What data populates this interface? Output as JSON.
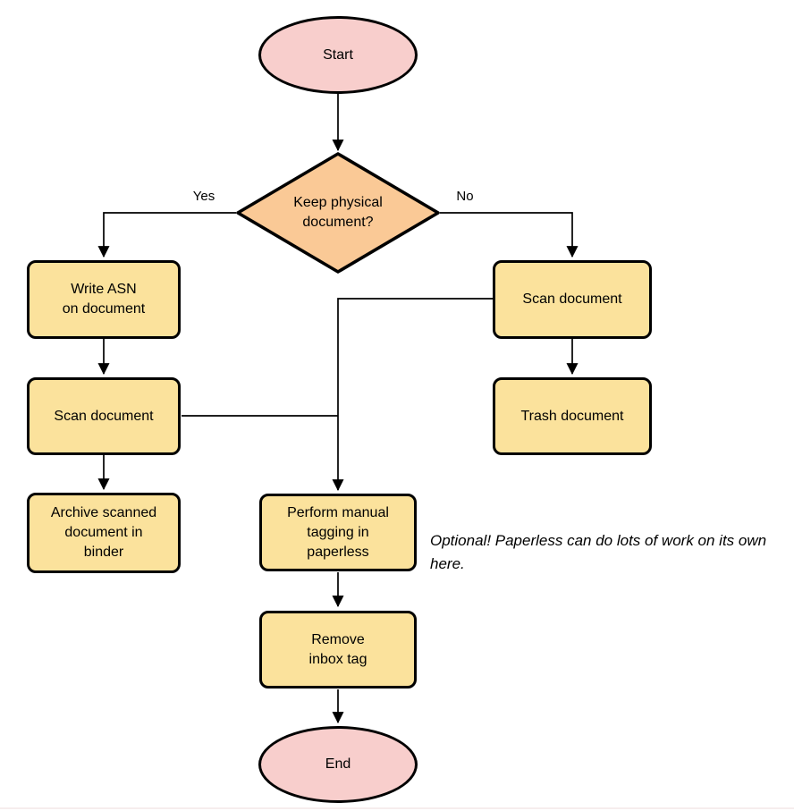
{
  "nodes": {
    "start": {
      "type": "terminal",
      "label": "Start"
    },
    "decision": {
      "type": "decision",
      "label": "Keep physical\ndocument?"
    },
    "write_asn": {
      "type": "process",
      "label": "Write ASN\non document"
    },
    "scan_left": {
      "type": "process",
      "label": "Scan document"
    },
    "archive": {
      "type": "process",
      "label": "Archive scanned\ndocument in\nbinder"
    },
    "scan_right": {
      "type": "process",
      "label": "Scan document"
    },
    "trash": {
      "type": "process",
      "label": "Trash document"
    },
    "tagging": {
      "type": "process",
      "label": "Perform manual\ntagging in\npaperless"
    },
    "remove_inbox": {
      "type": "process",
      "label": "Remove\ninbox tag"
    },
    "end": {
      "type": "terminal",
      "label": "End"
    }
  },
  "edges": [
    {
      "from": "start",
      "to": "decision",
      "label": ""
    },
    {
      "from": "decision",
      "to": "write_asn",
      "label": "Yes"
    },
    {
      "from": "decision",
      "to": "scan_right",
      "label": "No"
    },
    {
      "from": "write_asn",
      "to": "scan_left",
      "label": ""
    },
    {
      "from": "scan_left",
      "to": "archive",
      "label": ""
    },
    {
      "from": "scan_right",
      "to": "trash",
      "label": ""
    },
    {
      "from": "scan_right",
      "to": "tagging",
      "label": ""
    },
    {
      "from": "scan_left",
      "to": "tagging",
      "label": ""
    },
    {
      "from": "tagging",
      "to": "remove_inbox",
      "label": ""
    },
    {
      "from": "remove_inbox",
      "to": "end",
      "label": ""
    }
  ],
  "note": {
    "text": "Optional! Paperless can do lots of work on its own here."
  },
  "colors": {
    "terminal_fill": "#F8CECC",
    "decision_fill": "#FAC996",
    "process_fill": "#FBE29C",
    "stroke": "#000000"
  }
}
